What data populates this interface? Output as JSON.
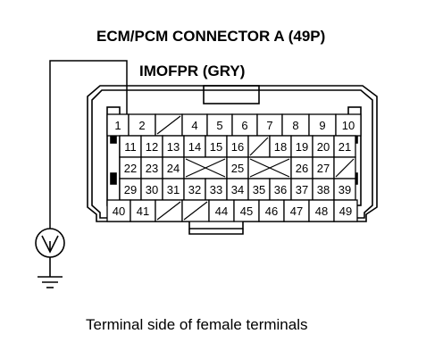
{
  "title": "ECM/PCM CONNECTOR A (49P)",
  "signal_label": "IMOFPR (GRY)",
  "caption": "Terminal side of female terminals",
  "meter_icon": "voltmeter-icon",
  "ground_icon": "ground-icon",
  "connector": {
    "rows": [
      [
        "1",
        "2",
        "",
        "4",
        "5",
        "6",
        "7",
        "8",
        "9",
        "10"
      ],
      [
        "11",
        "12",
        "13",
        "14",
        "15",
        "16",
        "",
        "18",
        "19",
        "20",
        "21"
      ],
      [
        "22",
        "23",
        "24",
        "",
        "25",
        "",
        "26",
        "27",
        ""
      ],
      [
        "29",
        "30",
        "31",
        "32",
        "33",
        "34",
        "35",
        "36",
        "37",
        "38",
        "39"
      ],
      [
        "40",
        "41",
        "",
        "",
        "44",
        "45",
        "46",
        "47",
        "48",
        "49"
      ]
    ],
    "probed_terminal": "1"
  }
}
